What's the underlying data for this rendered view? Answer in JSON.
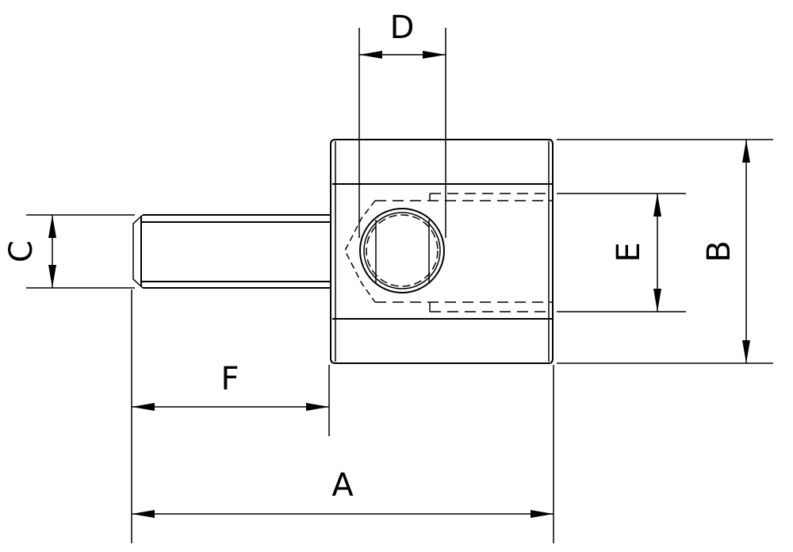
{
  "drawing": {
    "dimension_labels": {
      "A": "A",
      "B": "B",
      "C": "C",
      "D": "D",
      "E": "E",
      "F": "F"
    },
    "line_color": "#000000",
    "background_color": "#ffffff"
  }
}
